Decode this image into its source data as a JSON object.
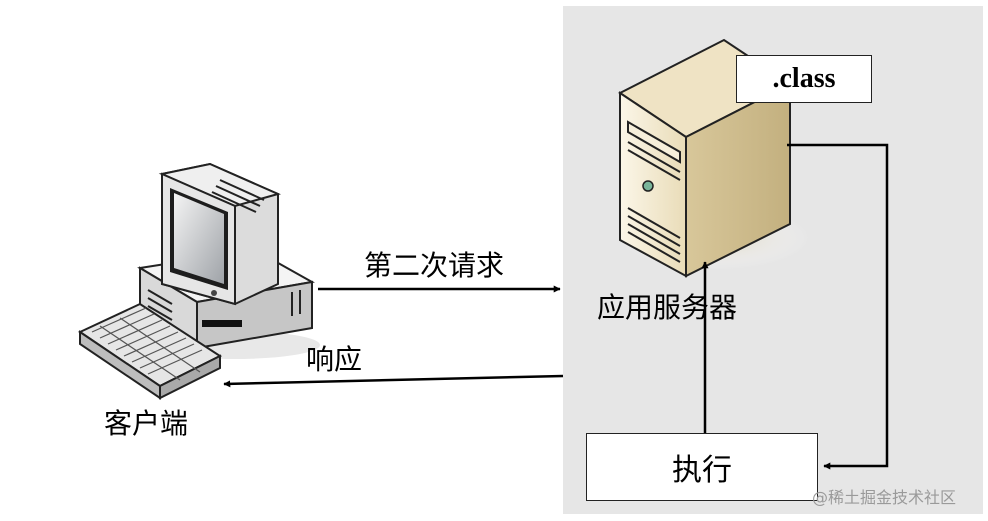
{
  "labels": {
    "request": "第二次请求",
    "server": "应用服务器",
    "response": "响应",
    "client": "客户端",
    "class_file": ".class",
    "execute": "执行",
    "watermark": "@稀土掘金技术社区"
  },
  "icons": {
    "client": "desktop-computer-icon",
    "server": "server-tower-icon"
  },
  "colors": {
    "panel": "#e6e6e6",
    "line": "#000000",
    "server_body": "#efe3c4"
  }
}
